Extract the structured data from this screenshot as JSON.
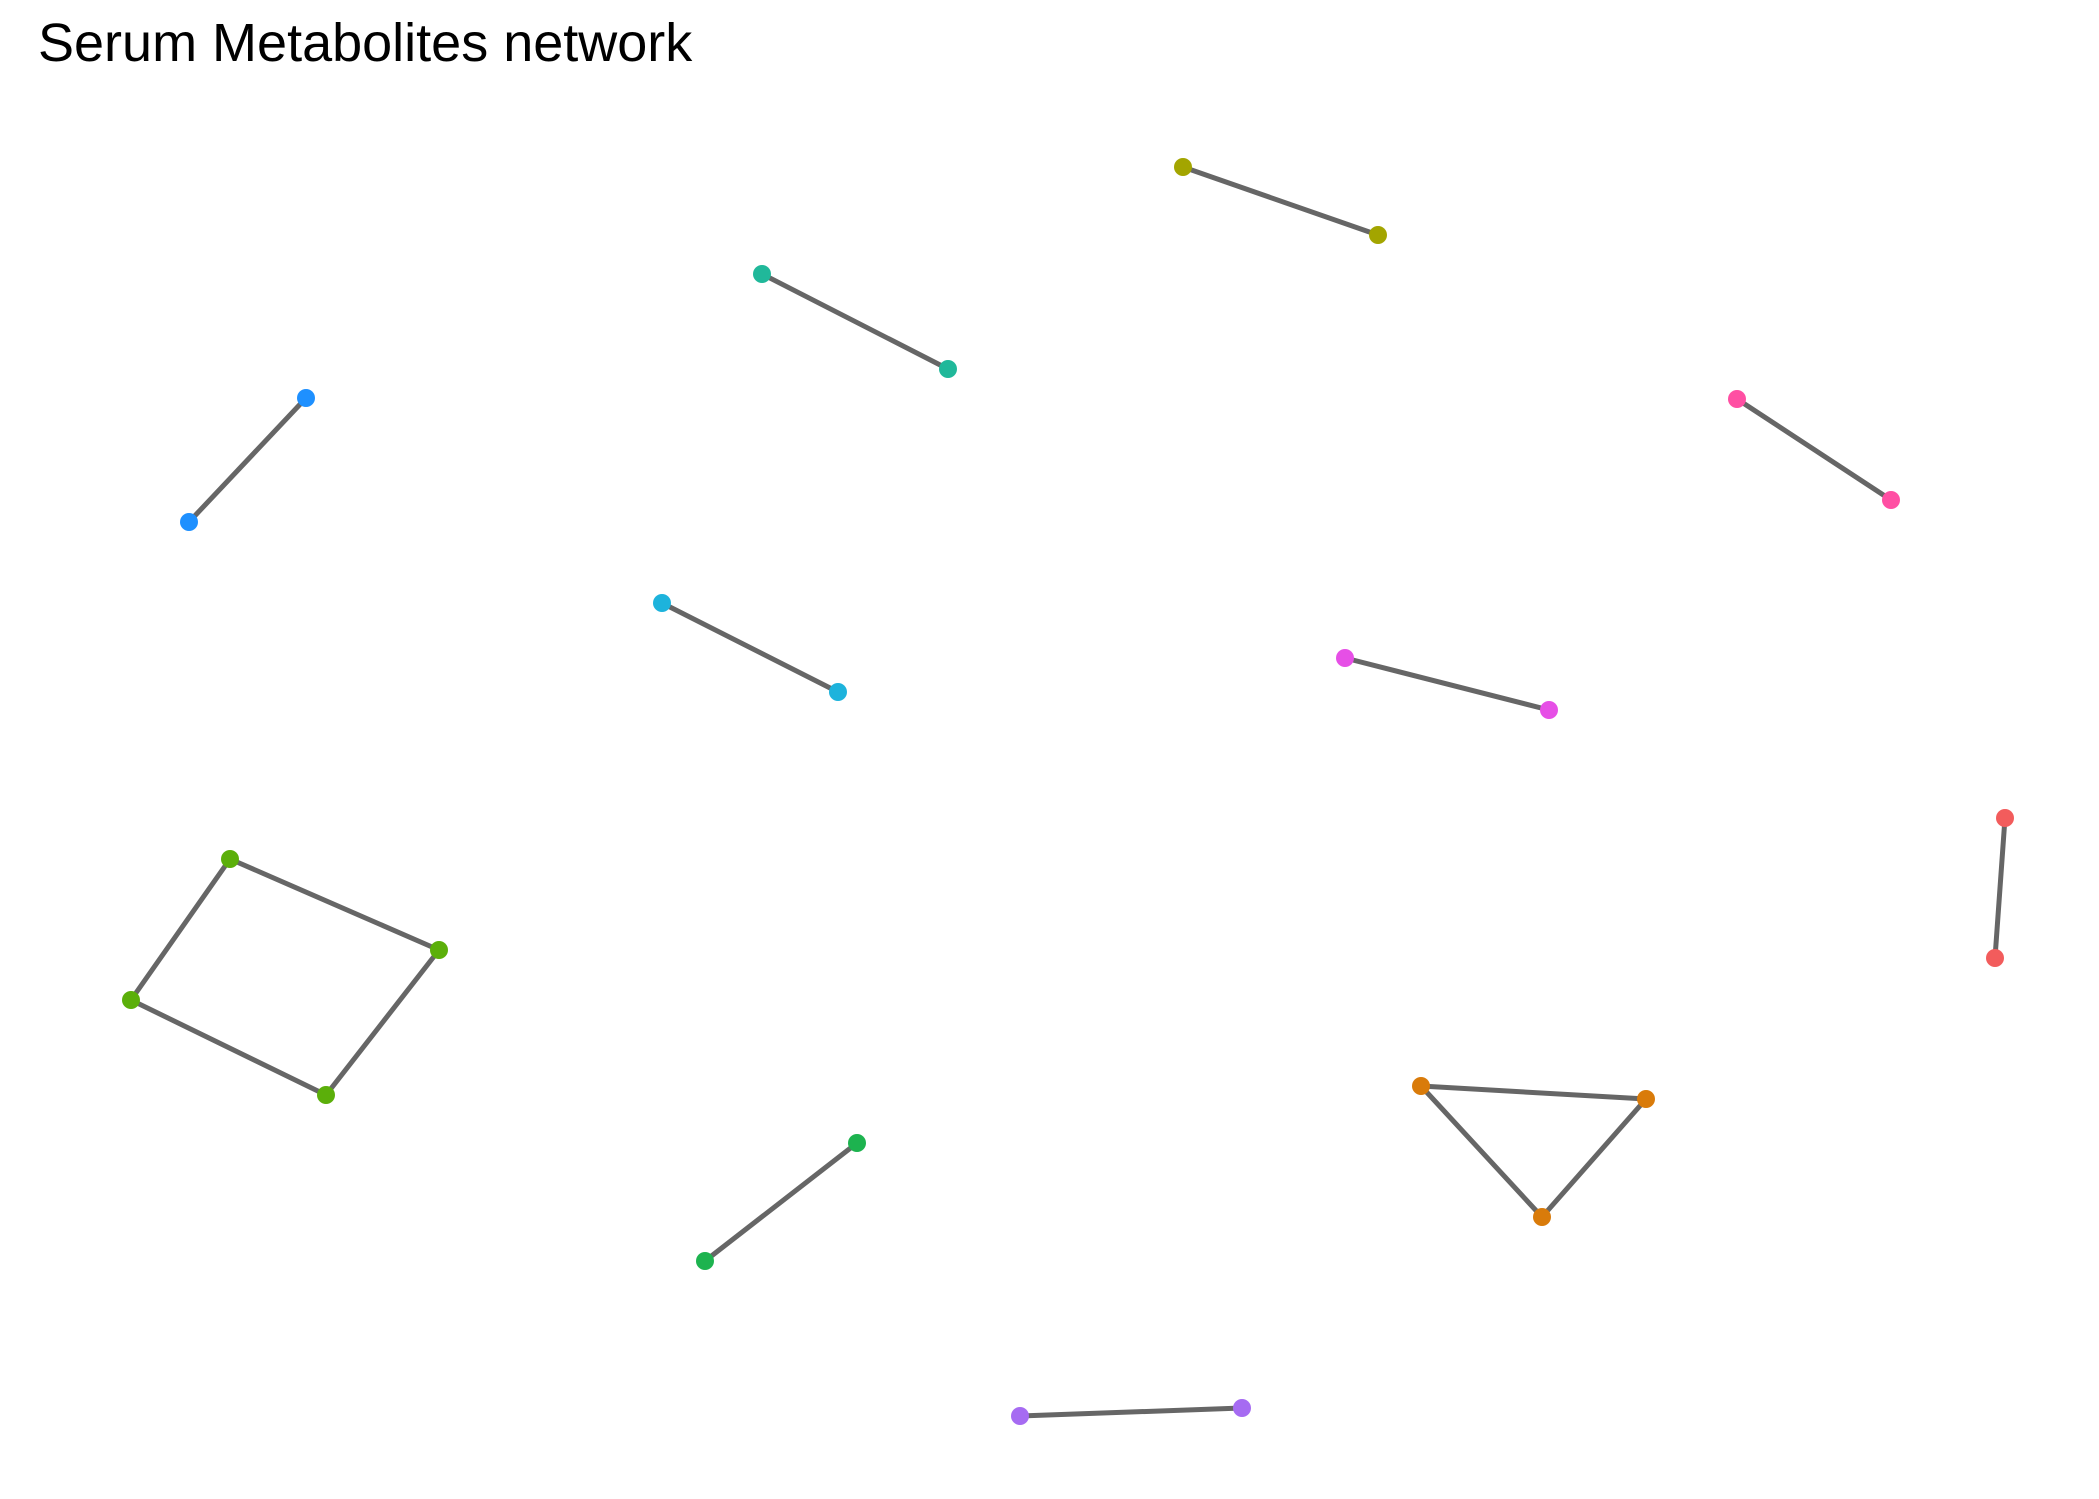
{
  "title": "Serum Metabolites network",
  "edge_color": "#666666",
  "clusters": [
    {
      "id": "olive",
      "color": "#A3A500",
      "nodes": [
        {
          "id": "olive-1"
        },
        {
          "id": "olive-2"
        }
      ],
      "edges": [
        [
          "olive-1",
          "olive-2"
        ]
      ]
    },
    {
      "id": "teal",
      "color": "#20B89A",
      "nodes": [
        {
          "id": "teal-1"
        },
        {
          "id": "teal-2"
        }
      ],
      "edges": [
        [
          "teal-1",
          "teal-2"
        ]
      ]
    },
    {
      "id": "blue",
      "color": "#1E90FF",
      "nodes": [
        {
          "id": "blue-1"
        },
        {
          "id": "blue-2"
        }
      ],
      "edges": [
        [
          "blue-1",
          "blue-2"
        ]
      ]
    },
    {
      "id": "pink",
      "color": "#FF4FA3",
      "nodes": [
        {
          "id": "pink-1"
        },
        {
          "id": "pink-2"
        }
      ],
      "edges": [
        [
          "pink-1",
          "pink-2"
        ]
      ]
    },
    {
      "id": "cyan",
      "color": "#1DB3DC",
      "nodes": [
        {
          "id": "cyan-1"
        },
        {
          "id": "cyan-2"
        }
      ],
      "edges": [
        [
          "cyan-1",
          "cyan-2"
        ]
      ]
    },
    {
      "id": "magenta",
      "color": "#E64FE6",
      "nodes": [
        {
          "id": "magenta-1"
        },
        {
          "id": "magenta-2"
        }
      ],
      "edges": [
        [
          "magenta-1",
          "magenta-2"
        ]
      ]
    },
    {
      "id": "red",
      "color": "#F25C5C",
      "nodes": [
        {
          "id": "red-1"
        },
        {
          "id": "red-2"
        }
      ],
      "edges": [
        [
          "red-1",
          "red-2"
        ]
      ]
    },
    {
      "id": "lime",
      "color": "#5BAF0A",
      "nodes": [
        {
          "id": "lime-1"
        },
        {
          "id": "lime-2"
        },
        {
          "id": "lime-3"
        },
        {
          "id": "lime-4"
        }
      ],
      "edges": [
        [
          "lime-1",
          "lime-2"
        ],
        [
          "lime-2",
          "lime-4"
        ],
        [
          "lime-4",
          "lime-3"
        ],
        [
          "lime-3",
          "lime-1"
        ]
      ]
    },
    {
      "id": "orange",
      "color": "#D97B0A",
      "nodes": [
        {
          "id": "orange-1"
        },
        {
          "id": "orange-2"
        },
        {
          "id": "orange-3"
        }
      ],
      "edges": [
        [
          "orange-1",
          "orange-2"
        ],
        [
          "orange-2",
          "orange-3"
        ],
        [
          "orange-3",
          "orange-1"
        ]
      ]
    },
    {
      "id": "green",
      "color": "#1DB34F",
      "nodes": [
        {
          "id": "green-1"
        },
        {
          "id": "green-2"
        }
      ],
      "edges": [
        [
          "green-1",
          "green-2"
        ]
      ]
    },
    {
      "id": "purple",
      "color": "#A66BF2",
      "nodes": [
        {
          "id": "purple-1"
        },
        {
          "id": "purple-2"
        }
      ],
      "edges": [
        [
          "purple-1",
          "purple-2"
        ]
      ]
    }
  ]
}
